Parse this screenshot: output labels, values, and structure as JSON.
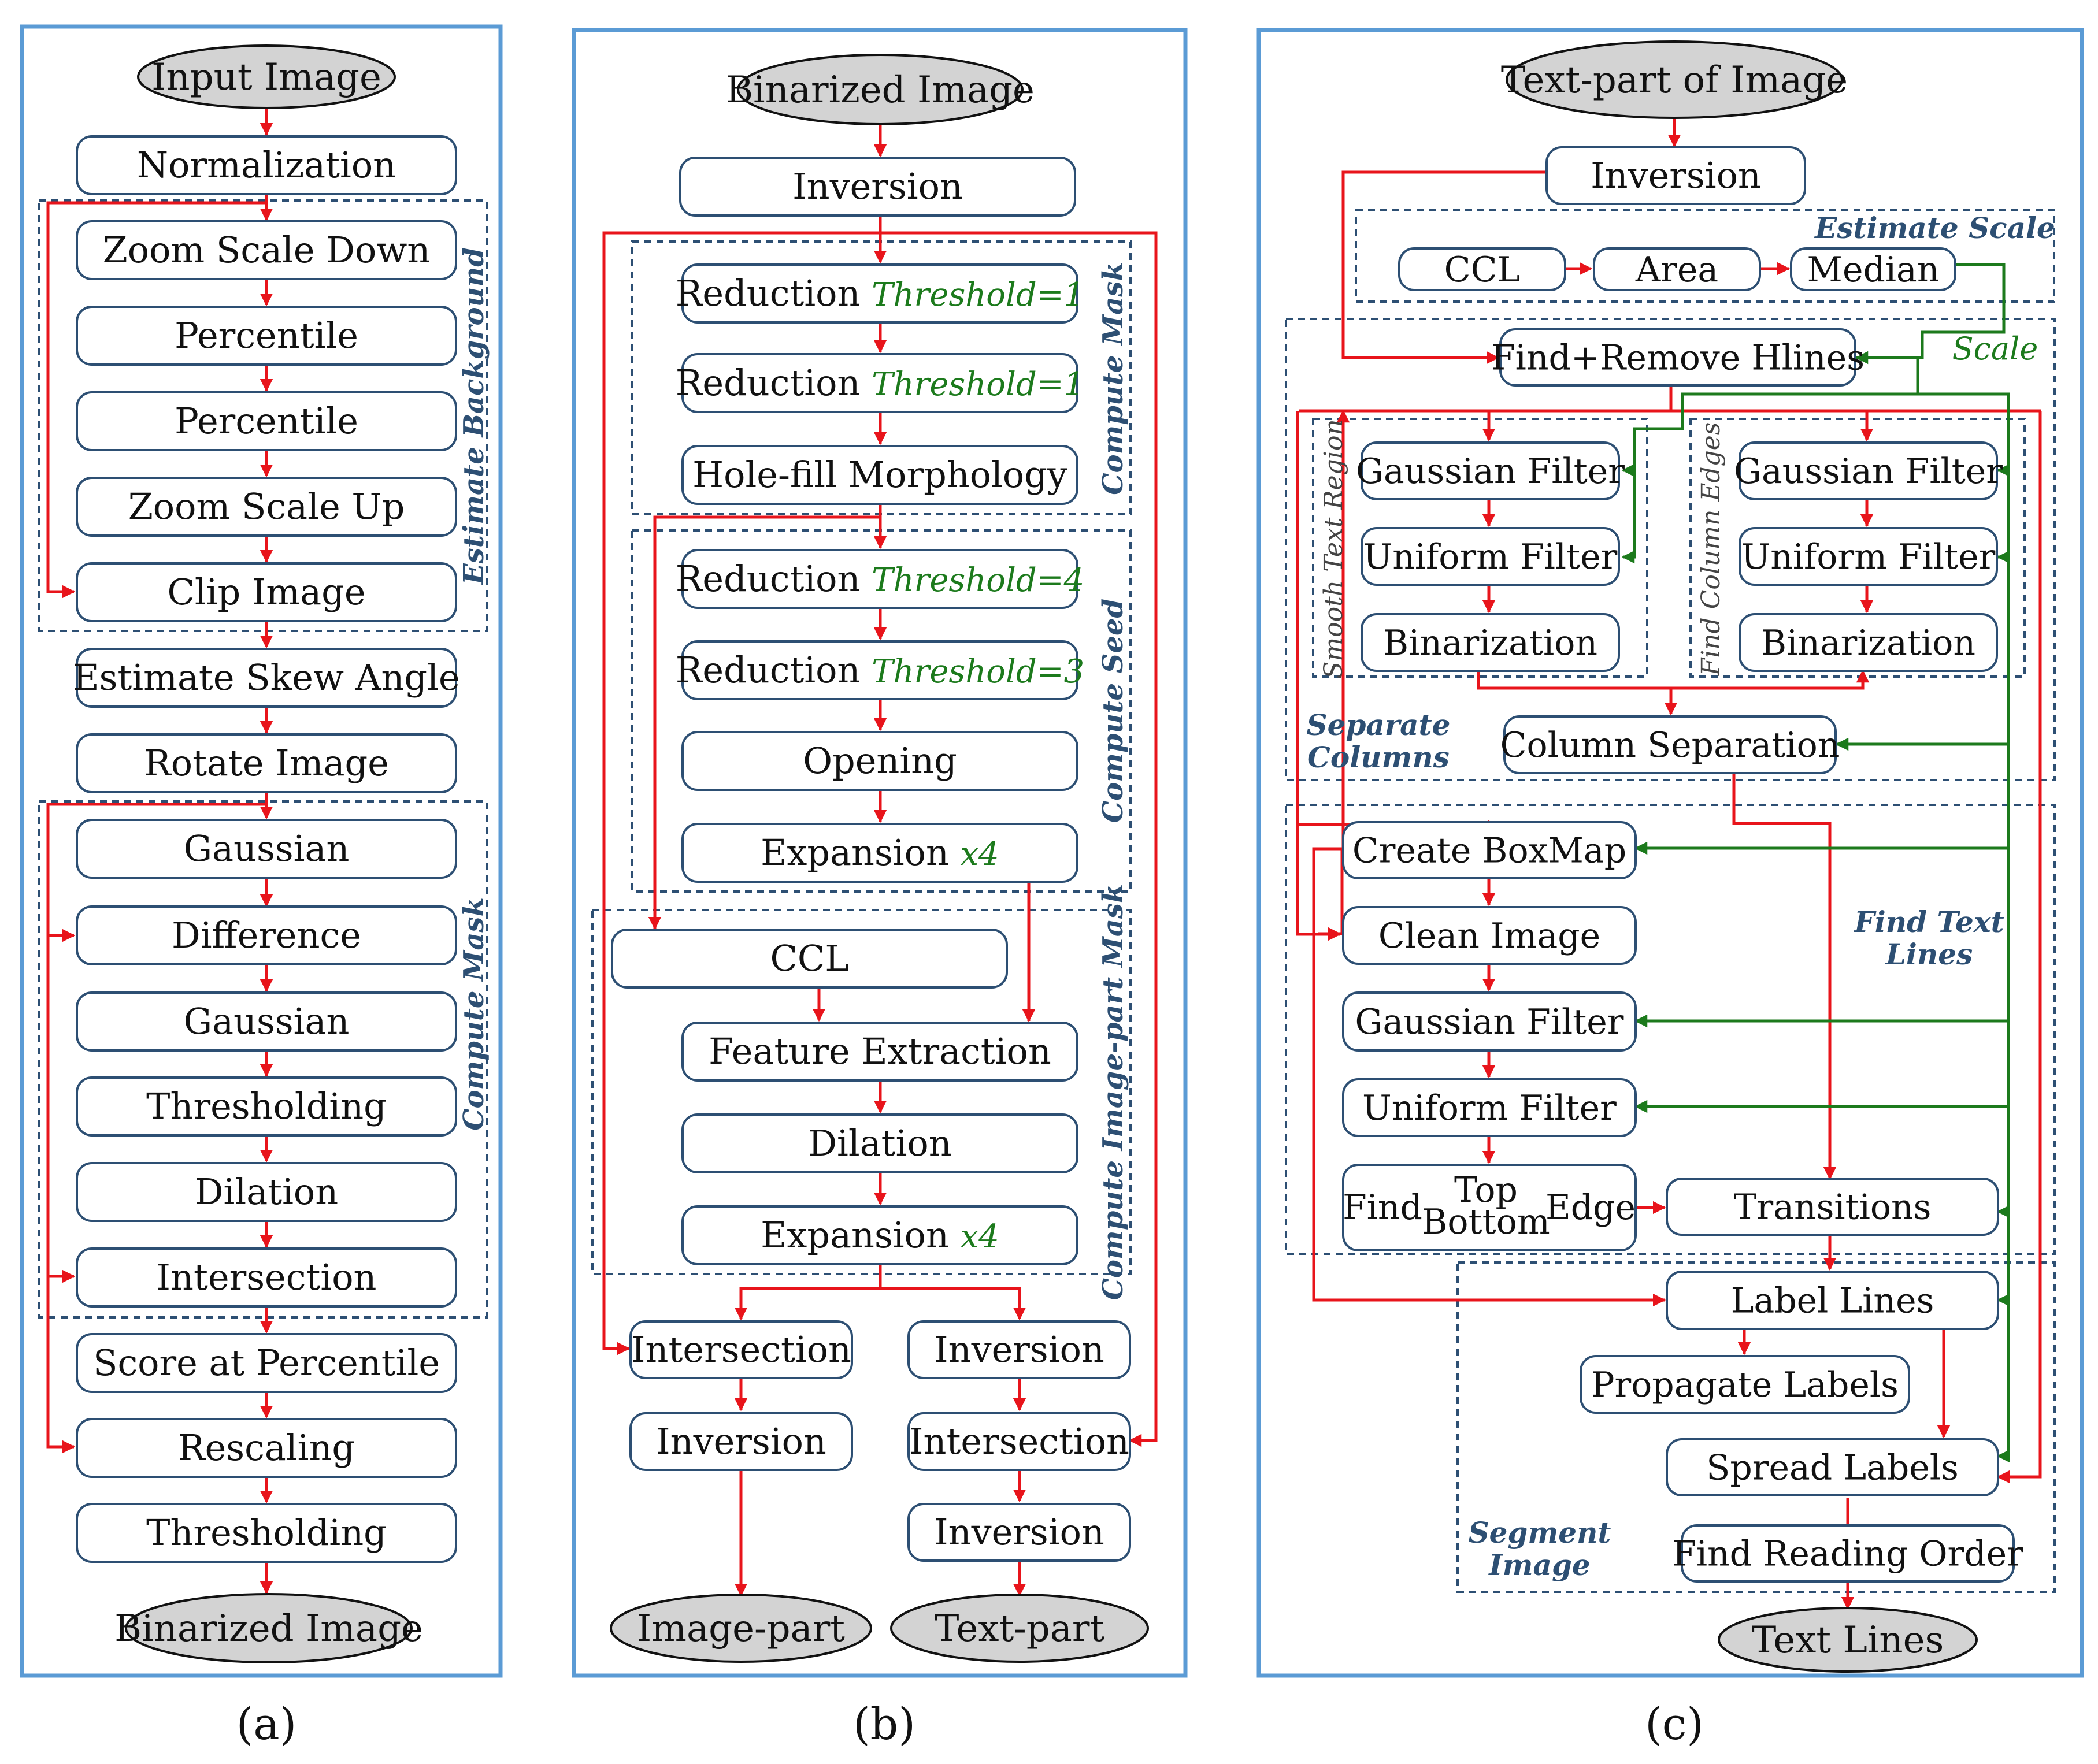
{
  "colors": {
    "panel_border": "#5b9bd5",
    "box_stroke": "#2d4f73",
    "group_dash": "#2d4f73",
    "terminal_fill": "#d3d3d3",
    "flow_arrow": "#e8141b",
    "param_arrow": "#1c7a1c",
    "param_text": "#1c7a1c",
    "group_text": "#2d4f73"
  },
  "panel_a": {
    "caption": "(a)",
    "start": "Input Image",
    "end": "Binarized Image",
    "steps": [
      "Normalization",
      "Zoom Scale Down",
      "Percentile",
      "Percentile",
      "Zoom Scale Up",
      "Clip Image",
      "Estimate Skew Angle",
      "Rotate Image",
      "Gaussian",
      "Difference",
      "Gaussian",
      "Thresholding",
      "Dilation",
      "Intersection",
      "Score at Percentile",
      "Rescaling",
      "Thresholding"
    ],
    "groups": [
      "Estimate Background",
      "Compute Mask"
    ]
  },
  "panel_b": {
    "caption": "(b)",
    "start": "Binarized Image",
    "steps": [
      {
        "label": "Inversion",
        "param": ""
      },
      {
        "label": "Reduction ",
        "param": "Threshold=1"
      },
      {
        "label": "Reduction ",
        "param": "Threshold=1"
      },
      {
        "label": "Hole-fill Morphology",
        "param": ""
      },
      {
        "label": "Reduction ",
        "param": "Threshold=4"
      },
      {
        "label": "Reduction ",
        "param": "Threshold=3"
      },
      {
        "label": "Opening",
        "param": ""
      },
      {
        "label": "Expansion ",
        "param": "x4"
      },
      {
        "label": "CCL",
        "param": ""
      },
      {
        "label": "Feature Extraction",
        "param": ""
      },
      {
        "label": "Dilation",
        "param": ""
      },
      {
        "label": "Expansion ",
        "param": "x4"
      }
    ],
    "left_branch": [
      "Intersection",
      "Inversion"
    ],
    "right_branch": [
      "Inversion",
      "Intersection",
      "Inversion"
    ],
    "outputs": [
      "Image-part",
      "Text-part"
    ],
    "groups": [
      "Compute Mask",
      "Compute Seed",
      "Compute Image-part Mask"
    ]
  },
  "panel_c": {
    "caption": "(c)",
    "start": "Text-part of Image",
    "end": "Text Lines",
    "steps": {
      "inversion": "Inversion",
      "ccl": "CCL",
      "area": "Area",
      "median": "Median",
      "find_remove": "Find+Remove Hlines",
      "gauss_l": "Gaussian Filter",
      "uniform_l": "Uniform Filter",
      "binar_l": "Binarization",
      "gauss_r": "Gaussian Filter",
      "uniform_r": "Uniform Filter",
      "binar_r": "Binarization",
      "column_sep": "Column Separation",
      "create_boxmap": "Create BoxMap",
      "clean_image": "Clean Image",
      "gauss_2": "Gaussian Filter",
      "uniform_2": "Uniform Filter",
      "find_edge_left": "Find",
      "find_edge_top": "Top",
      "find_edge_bottom": "Bottom",
      "find_edge_right": "Edge",
      "transitions": "Transitions",
      "label_lines": "Label Lines",
      "propagate": "Propagate Labels",
      "spread": "Spread Labels",
      "reading_order": "Find Reading Order"
    },
    "scale_label": "Scale",
    "groups": {
      "estimate_scale": "Estimate Scale",
      "smooth_text": "Smooth Text Region",
      "find_column_edges": "Find Column Edges",
      "separate_columns": [
        "Separate",
        "Columns"
      ],
      "find_text_lines": [
        "Find Text",
        "Lines"
      ],
      "segment_image": [
        "Segment",
        "Image"
      ]
    }
  }
}
